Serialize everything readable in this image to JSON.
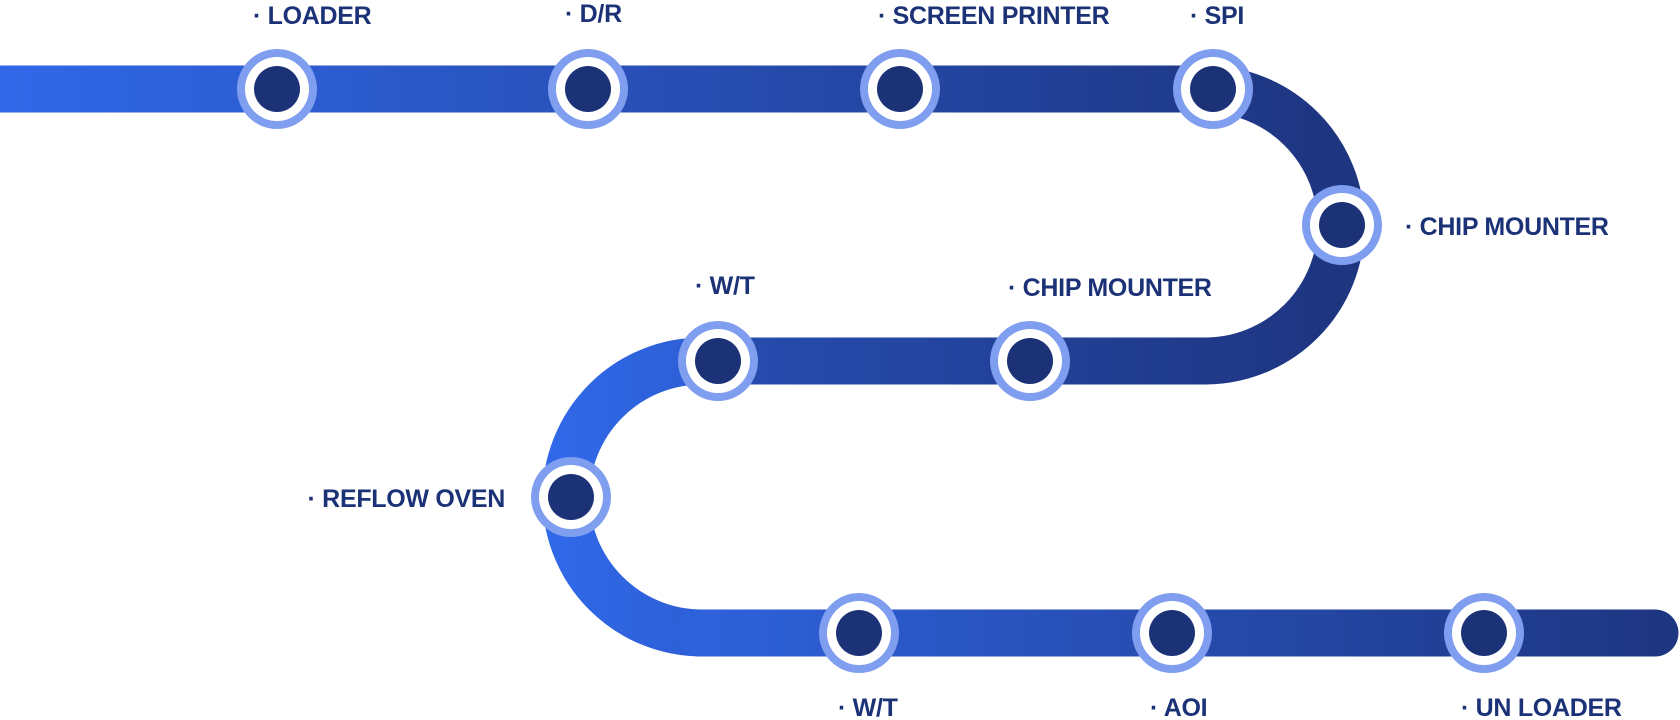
{
  "colors": {
    "track_start": "#3068e8",
    "track_end": "#1e3580",
    "node_core": "#1c3277",
    "node_ring": "#ffffff",
    "node_halo": "#7f9ef0",
    "label": "#1c3277"
  },
  "label_bullet": "·",
  "stations": [
    {
      "id": "loader",
      "label": "LOADER"
    },
    {
      "id": "dr",
      "label": "D/R"
    },
    {
      "id": "screen-printer",
      "label": "SCREEN PRINTER"
    },
    {
      "id": "spi",
      "label": "SPI"
    },
    {
      "id": "chip-mounter-1",
      "label": "CHIP MOUNTER"
    },
    {
      "id": "chip-mounter-2",
      "label": "CHIP MOUNTER"
    },
    {
      "id": "wt-1",
      "label": "W/T"
    },
    {
      "id": "reflow-oven",
      "label": "REFLOW OVEN"
    },
    {
      "id": "wt-2",
      "label": "W/T"
    },
    {
      "id": "aoi",
      "label": "AOI"
    },
    {
      "id": "un-loader",
      "label": "UN LOADER"
    }
  ]
}
